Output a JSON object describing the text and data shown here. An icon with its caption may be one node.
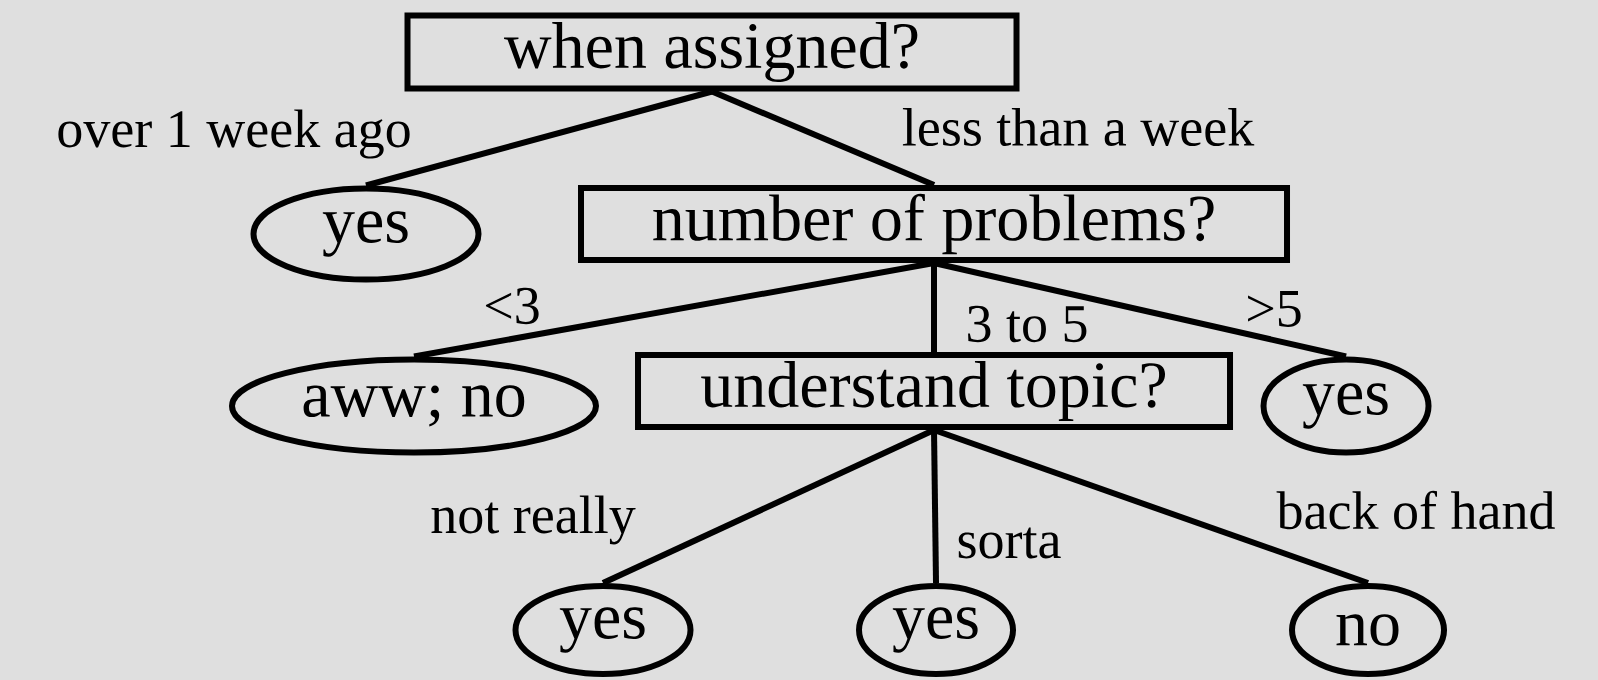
{
  "diagram": {
    "nodes": [
      {
        "text": [
          "when assigned?"
        ]
      },
      {
        "text": [
          "yes"
        ]
      },
      {
        "text": [
          "number of problems?"
        ]
      },
      {
        "text": [
          "aww; no"
        ]
      },
      {
        "text": [
          "understand topic?"
        ]
      },
      {
        "text": [
          "yes"
        ]
      },
      {
        "text": [
          "yes"
        ]
      },
      {
        "text": [
          "yes"
        ]
      },
      {
        "text": [
          "no"
        ]
      }
    ],
    "edges": [
      {
        "from": 0,
        "to": 1,
        "arrow": "none",
        "label": "over 1 week ago"
      },
      {
        "from": 0,
        "to": 2,
        "arrow": "none",
        "label": "less than a week"
      },
      {
        "from": 2,
        "to": 3,
        "arrow": "none",
        "label": "<3"
      },
      {
        "from": 2,
        "to": 4,
        "arrow": "none",
        "label": "3 to 5"
      },
      {
        "from": 2,
        "to": 5,
        "arrow": "none",
        "label": ">5"
      },
      {
        "from": 4,
        "to": 6,
        "arrow": "none",
        "label": "not really"
      },
      {
        "from": 4,
        "to": 7,
        "arrow": "none",
        "label": "sorta"
      },
      {
        "from": 4,
        "to": 8,
        "arrow": "none",
        "label": "back of hand"
      }
    ]
  }
}
